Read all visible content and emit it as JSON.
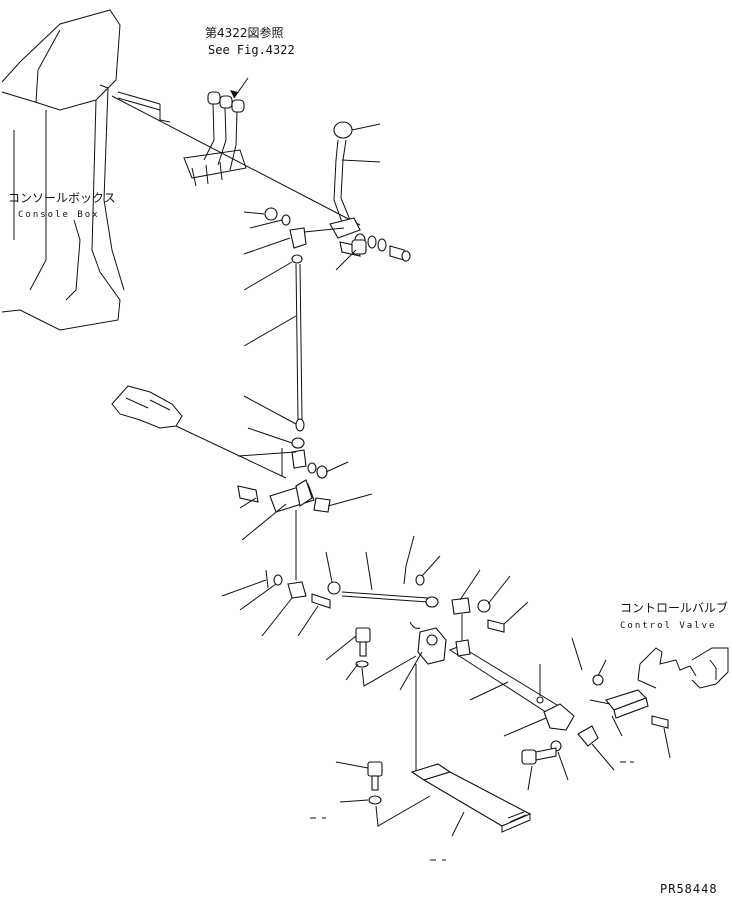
{
  "labels": {
    "fig_ref_jp": "第4322図参照",
    "fig_ref_en": "See Fig.4322",
    "console_jp": "コンソールボックス",
    "console_en": "Console Box",
    "valve_jp": "コントロールバルブ",
    "valve_en": "Control Valve",
    "part_code": "PR58448"
  },
  "colors": {
    "ink": "#111111",
    "paper": "#ffffff"
  }
}
